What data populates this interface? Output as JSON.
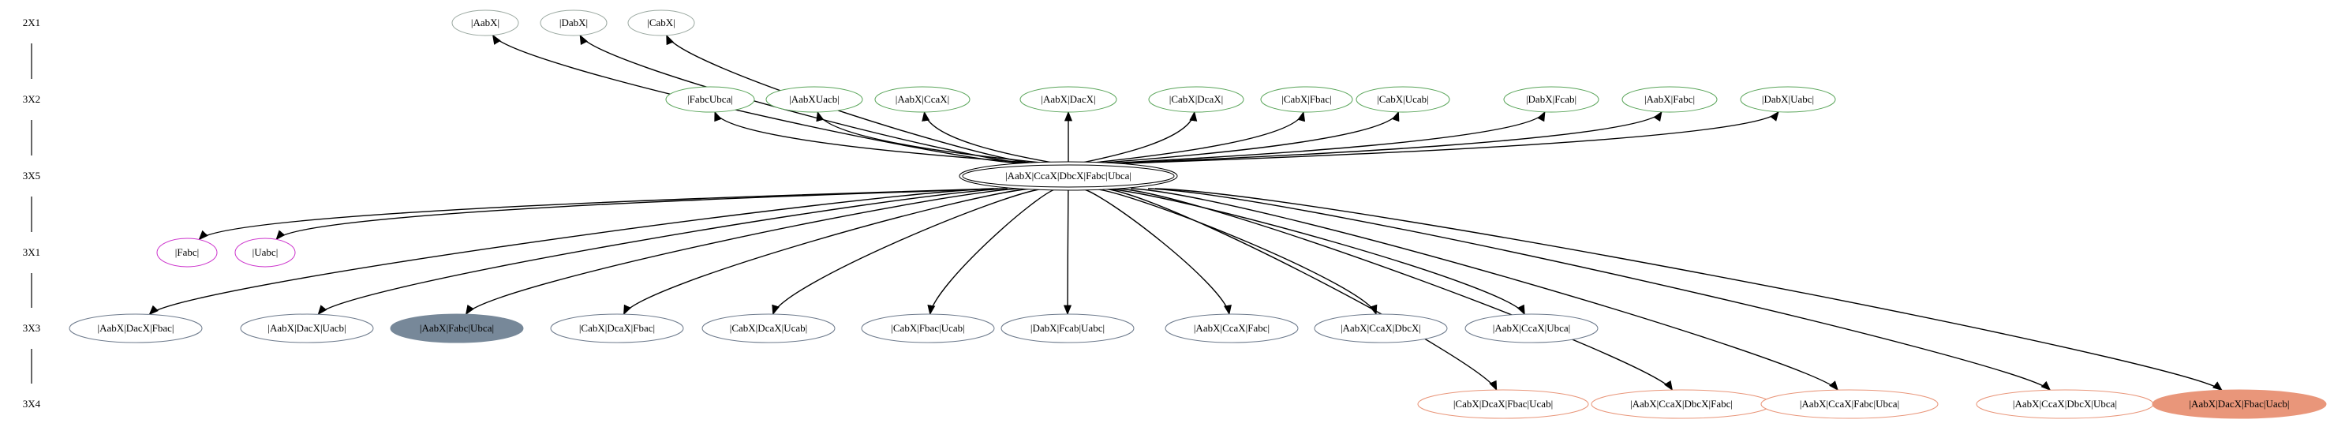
{
  "levels": [
    {
      "id": "2X1",
      "label": "2X1"
    },
    {
      "id": "3X2",
      "label": "3X2"
    },
    {
      "id": "3X5",
      "label": "3X5"
    },
    {
      "id": "3X1",
      "label": "3X1"
    },
    {
      "id": "3X3",
      "label": "3X3"
    },
    {
      "id": "3X4",
      "label": "3X4"
    }
  ],
  "colors": {
    "green": "#5aa55a",
    "pink": "#cc33cc",
    "slate_outline": "#6d7a8c",
    "slate_fill": "#778899",
    "salmon": "#e9967a",
    "black": "#000000"
  },
  "nodes": [
    {
      "id": "AabX",
      "label": "|AabX|",
      "level": "2X1",
      "style": "plain"
    },
    {
      "id": "DabX",
      "label": "|DabX|",
      "level": "2X1",
      "style": "plain"
    },
    {
      "id": "CabX",
      "label": "|CabX|",
      "level": "2X1",
      "style": "plain"
    },
    {
      "id": "FabcUbca",
      "label": "|FabcUbca|",
      "level": "3X2",
      "style": "green"
    },
    {
      "id": "AabXUacb",
      "label": "|AabXUacb|",
      "level": "3X2",
      "style": "green"
    },
    {
      "id": "AabXCcaX",
      "label": "|AabX|CcaX|",
      "level": "3X2",
      "style": "green"
    },
    {
      "id": "AabXDacX",
      "label": "|AabX|DacX|",
      "level": "3X2",
      "style": "green"
    },
    {
      "id": "CabXDcaX",
      "label": "|CabX|DcaX|",
      "level": "3X2",
      "style": "green"
    },
    {
      "id": "CabXFbac",
      "label": "|CabX|Fbac|",
      "level": "3X2",
      "style": "green"
    },
    {
      "id": "CabXUcab",
      "label": "|CabX|Ucab|",
      "level": "3X2",
      "style": "green"
    },
    {
      "id": "DabXFcab",
      "label": "|DabX|Fcab|",
      "level": "3X2",
      "style": "green"
    },
    {
      "id": "AabXFabc",
      "label": "|AabX|Fabc|",
      "level": "3X2",
      "style": "green"
    },
    {
      "id": "DabXUabc",
      "label": "|DabX|Uabc|",
      "level": "3X2",
      "style": "green"
    },
    {
      "id": "CENTER",
      "label": "|AabX|CcaX|DbcX|Fabc|Ubca|",
      "level": "3X5",
      "style": "double"
    },
    {
      "id": "Fabc",
      "label": "|Fabc|",
      "level": "3X1",
      "style": "pink"
    },
    {
      "id": "Uabc",
      "label": "|Uabc|",
      "level": "3X1",
      "style": "pink"
    },
    {
      "id": "AabXDacXFbac",
      "label": "|AabX|DacX|Fbac|",
      "level": "3X3",
      "style": "slate"
    },
    {
      "id": "AabXDacXUacb",
      "label": "|AabX|DacX|Uacb|",
      "level": "3X3",
      "style": "slate"
    },
    {
      "id": "AabXFabcUbca",
      "label": "|AabX|Fabc|Ubca|",
      "level": "3X3",
      "style": "slate_filled"
    },
    {
      "id": "CabXDcaXFbac",
      "label": "|CabX|DcaX|Fbac|",
      "level": "3X3",
      "style": "slate"
    },
    {
      "id": "CabXDcaXUcab",
      "label": "|CabX|DcaX|Ucab|",
      "level": "3X3",
      "style": "slate"
    },
    {
      "id": "CabXFbacUcab",
      "label": "|CabX|Fbac|Ucab|",
      "level": "3X3",
      "style": "slate"
    },
    {
      "id": "DabXFcabUabc",
      "label": "|DabX|Fcab|Uabc|",
      "level": "3X3",
      "style": "slate"
    },
    {
      "id": "AabXCcaXFabc",
      "label": "|AabX|CcaX|Fabc|",
      "level": "3X3",
      "style": "slate"
    },
    {
      "id": "AabXCcaXDbcX",
      "label": "|AabX|CcaX|DbcX|",
      "level": "3X3",
      "style": "slate"
    },
    {
      "id": "AabXCcaXUbca",
      "label": "|AabX|CcaX|Ubca|",
      "level": "3X3",
      "style": "slate"
    },
    {
      "id": "CabXDcaXFbacUcab",
      "label": "|CabX|DcaX|Fbac|Ucab|",
      "level": "3X4",
      "style": "salmon"
    },
    {
      "id": "AabXCcaXDbcXFabc",
      "label": "|AabX|CcaX|DbcX|Fabc|",
      "level": "3X4",
      "style": "salmon"
    },
    {
      "id": "AabXCcaXFabcUbca",
      "label": "|AabX|CcaX|Fabc|Ubca|",
      "level": "3X4",
      "style": "salmon"
    },
    {
      "id": "AabXCcaXDbcXUbca",
      "label": "|AabX|CcaX|DbcX|Ubca|",
      "level": "3X4",
      "style": "salmon"
    },
    {
      "id": "AabXDacXFbacUacb",
      "label": "|AabX|DacX|Fbac|Uacb|",
      "level": "3X4",
      "style": "salmon_filled"
    }
  ],
  "edges": [
    {
      "from": "CENTER",
      "to": "AabX"
    },
    {
      "from": "CENTER",
      "to": "DabX"
    },
    {
      "from": "CENTER",
      "to": "CabX"
    },
    {
      "from": "CENTER",
      "to": "FabcUbca"
    },
    {
      "from": "CENTER",
      "to": "AabXUacb"
    },
    {
      "from": "CENTER",
      "to": "AabXCcaX"
    },
    {
      "from": "CENTER",
      "to": "AabXDacX"
    },
    {
      "from": "CENTER",
      "to": "CabXDcaX"
    },
    {
      "from": "CENTER",
      "to": "CabXFbac"
    },
    {
      "from": "CENTER",
      "to": "CabXUcab"
    },
    {
      "from": "CENTER",
      "to": "DabXFcab"
    },
    {
      "from": "CENTER",
      "to": "AabXFabc"
    },
    {
      "from": "CENTER",
      "to": "DabXUabc"
    },
    {
      "from": "CENTER",
      "to": "Fabc"
    },
    {
      "from": "CENTER",
      "to": "Uabc"
    },
    {
      "from": "CENTER",
      "to": "AabXDacXFbac"
    },
    {
      "from": "CENTER",
      "to": "AabXDacXUacb"
    },
    {
      "from": "CENTER",
      "to": "AabXFabcUbca"
    },
    {
      "from": "CENTER",
      "to": "CabXDcaXFbac"
    },
    {
      "from": "CENTER",
      "to": "CabXDcaXUcab"
    },
    {
      "from": "CENTER",
      "to": "CabXFbacUcab"
    },
    {
      "from": "CENTER",
      "to": "DabXFcabUabc"
    },
    {
      "from": "CENTER",
      "to": "AabXCcaXFabc"
    },
    {
      "from": "CENTER",
      "to": "AabXCcaXDbcX"
    },
    {
      "from": "CENTER",
      "to": "AabXCcaXUbca"
    },
    {
      "from": "CENTER",
      "to": "CabXDcaXFbacUcab"
    },
    {
      "from": "CENTER",
      "to": "AabXCcaXDbcXFabc"
    },
    {
      "from": "CENTER",
      "to": "AabXCcaXFabcUbca"
    },
    {
      "from": "CENTER",
      "to": "AabXCcaXDbcXUbca"
    },
    {
      "from": "CENTER",
      "to": "AabXDacXFbacUacb"
    }
  ]
}
